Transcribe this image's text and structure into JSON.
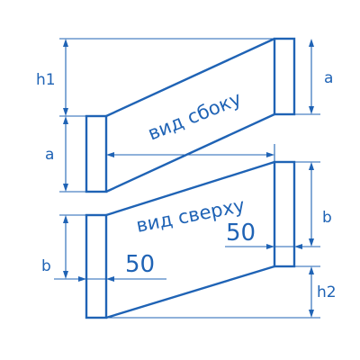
{
  "diagram": {
    "color": "#1f63b5",
    "side_view": {
      "caption": "вид сбоку",
      "height_label": "h1",
      "left_label": "a",
      "right_label": "a"
    },
    "top_view": {
      "caption": "вид сверху",
      "left_label": "b",
      "right_label": "b",
      "height_label": "h2",
      "offset_left": "50",
      "offset_right": "50"
    }
  }
}
